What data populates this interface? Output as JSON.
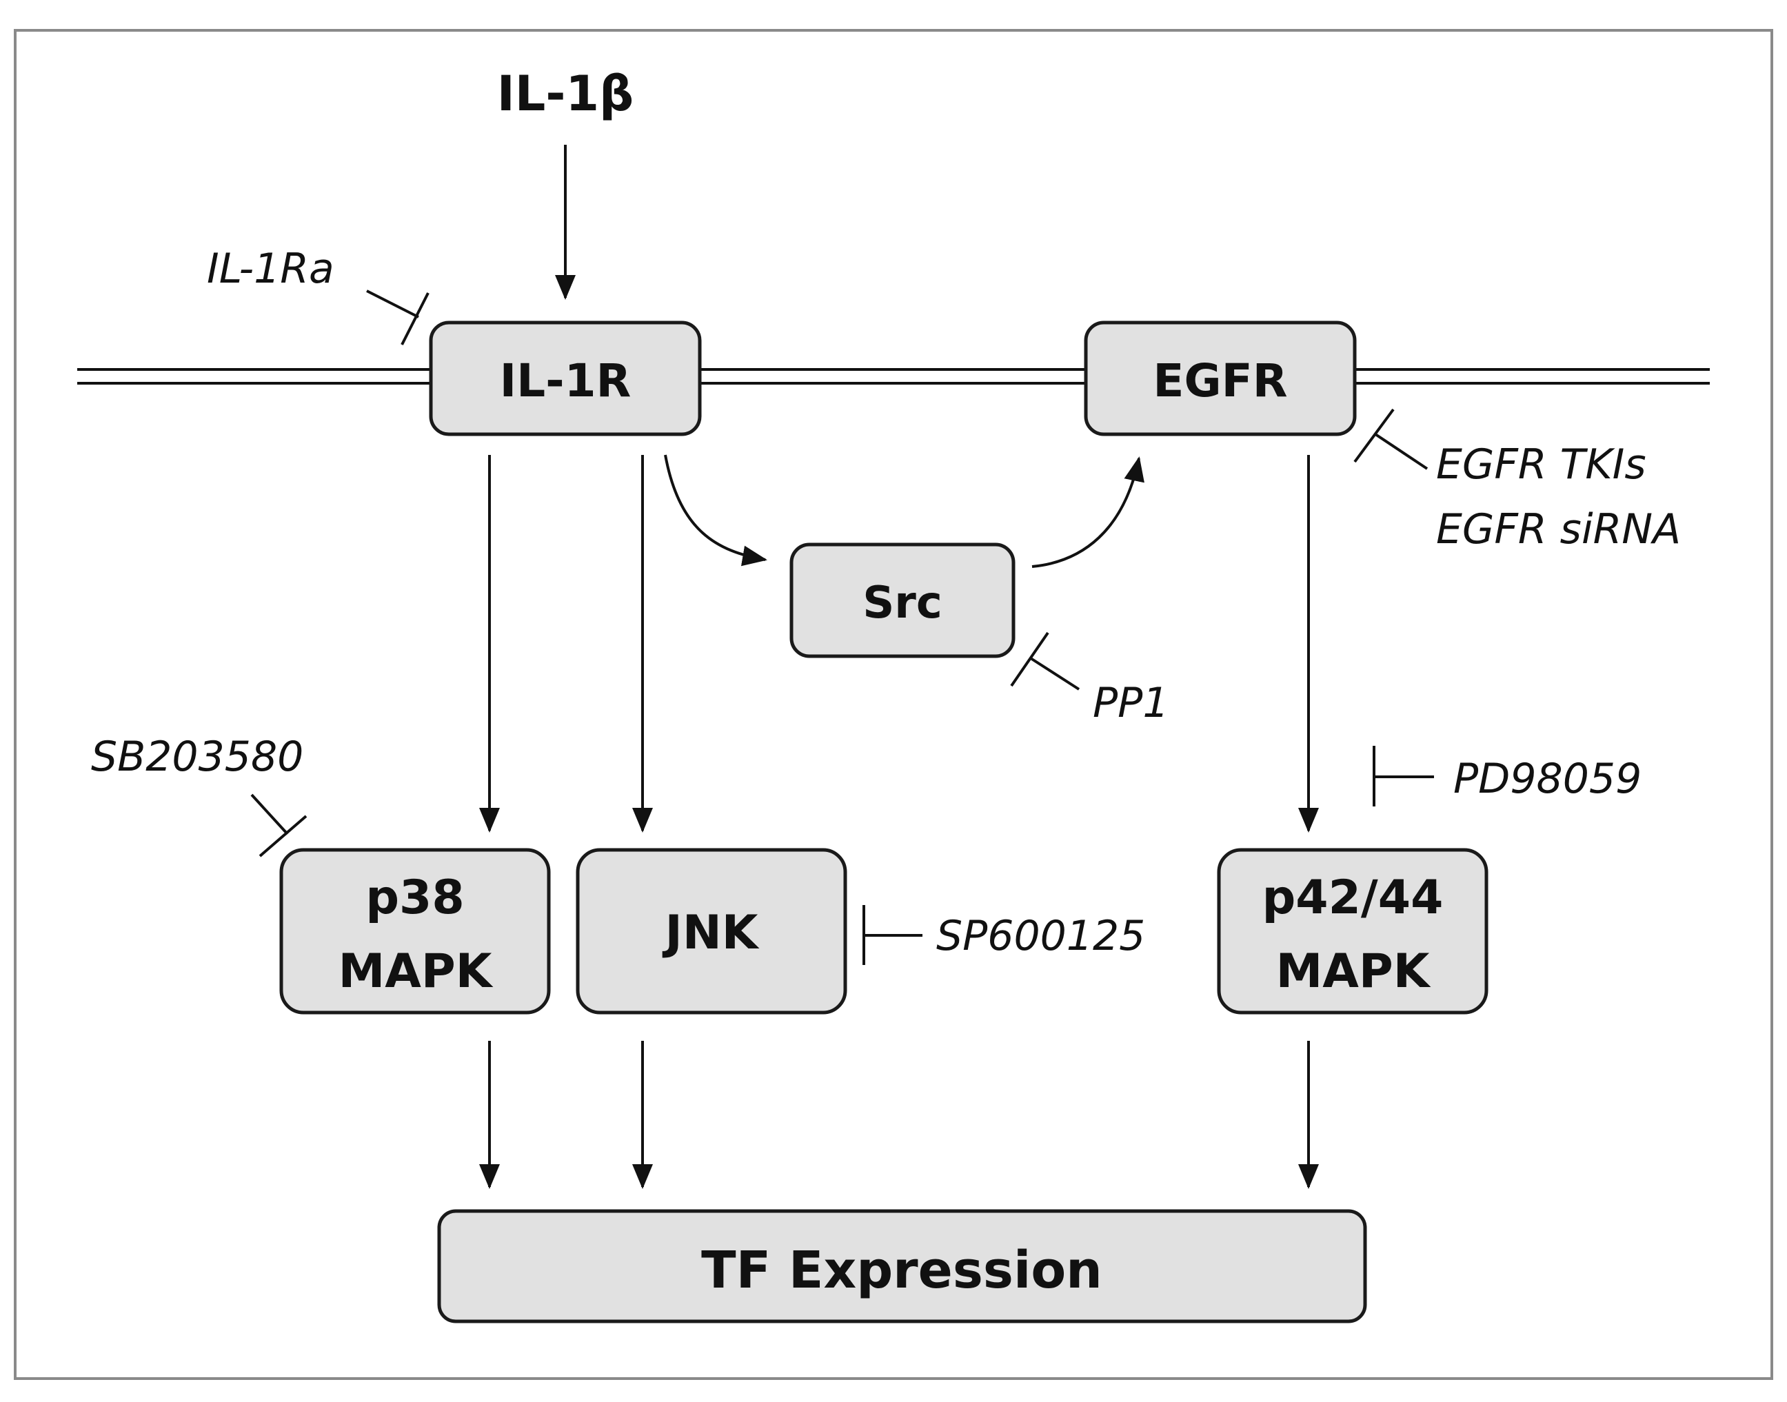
{
  "ligand": "IL-1β",
  "nodes": {
    "il1r": "IL-1R",
    "egfr": "EGFR",
    "src": "Src",
    "p38": [
      "p38",
      "MAPK"
    ],
    "jnk": "JNK",
    "p4244": [
      "p42/44",
      "MAPK"
    ],
    "tf": "TF Expression"
  },
  "inhibitors": {
    "il1ra": "IL-1Ra",
    "egfr_tki": "EGFR TKIs",
    "egfr_sirna": "EGFR siRNA",
    "pp1": "PP1",
    "pd98059": "PD98059",
    "sb203580": "SB203580",
    "sp600125": "SP600125"
  },
  "colors": {
    "node_fill": "#e1e1e1",
    "stroke": "#111111"
  }
}
